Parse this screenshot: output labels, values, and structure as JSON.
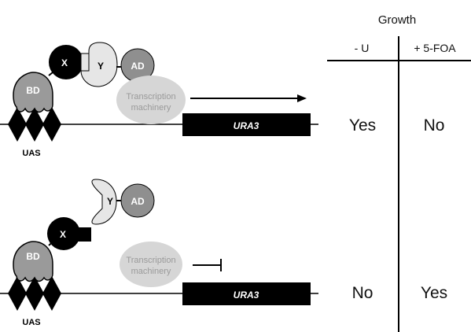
{
  "growth_table": {
    "title": "Growth",
    "col_minus_u": "- U",
    "col_plus_5foa": "+ 5-FOA",
    "row1": {
      "minus_u": "Yes",
      "plus_5foa": "No"
    },
    "row2": {
      "minus_u": "No",
      "plus_5foa": "Yes"
    }
  },
  "top_panel": {
    "bd": "BD",
    "x": "X",
    "y": "Y",
    "ad": "AD",
    "transcription_line1": "Transcription",
    "transcription_line2": "machinery",
    "gene": "URA3",
    "uas": "UAS"
  },
  "bottom_panel": {
    "bd": "BD",
    "x": "X",
    "y": "Y",
    "ad": "AD",
    "transcription_line1": "Transcription",
    "transcription_line2": "machinery",
    "gene": "URA3",
    "uas": "UAS"
  },
  "colors": {
    "bd": "#9a9a9a",
    "x": "#000000",
    "y": "#e6e6e6",
    "ad": "#8f8f8f",
    "machinery": "#d6d6d6",
    "gene": "#000000"
  }
}
